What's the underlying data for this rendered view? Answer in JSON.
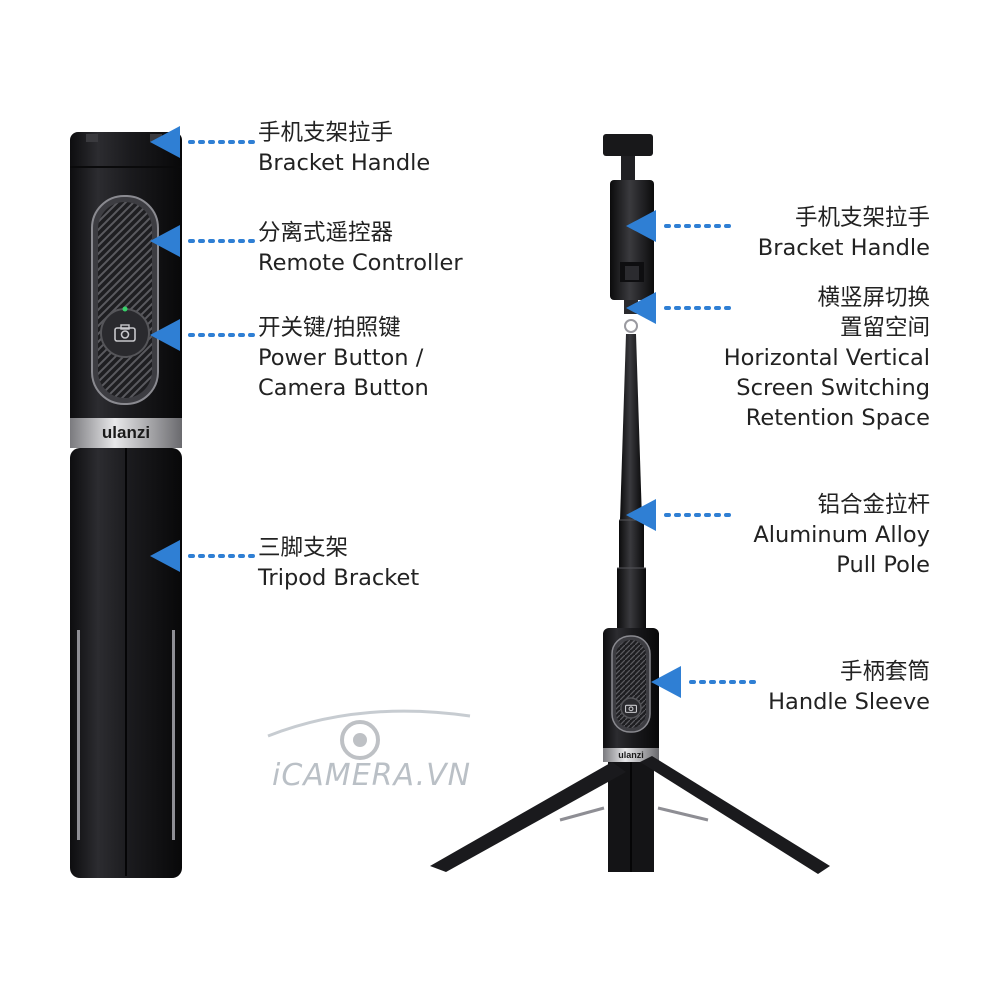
{
  "colors": {
    "accent": "#2f7fd4",
    "text": "#222222",
    "product": "#1c1c1e"
  },
  "product": {
    "brand_logo": "ulanzi"
  },
  "watermark": {
    "text": "iCAMERA.VN"
  },
  "left_callouts": [
    {
      "zh": "手机支架拉手",
      "en": [
        "Bracket Handle"
      ]
    },
    {
      "zh": "分离式遥控器",
      "en": [
        "Remote Controller"
      ]
    },
    {
      "zh": "开关键/拍照键",
      "en": [
        "Power Button /",
        "Camera Button"
      ]
    },
    {
      "zh": "三脚支架",
      "en": [
        "Tripod Bracket"
      ]
    }
  ],
  "right_callouts": [
    {
      "zh": [
        "手机支架拉手"
      ],
      "en": [
        "Bracket Handle"
      ]
    },
    {
      "zh": [
        "横竖屏切换",
        "置留空间"
      ],
      "en": [
        "Horizontal Vertical",
        "Screen Switching",
        "Retention Space"
      ]
    },
    {
      "zh": [
        "铝合金拉杆"
      ],
      "en": [
        "Aluminum Alloy",
        "Pull Pole"
      ]
    },
    {
      "zh": [
        "手柄套筒"
      ],
      "en": [
        "Handle Sleeve"
      ]
    }
  ],
  "icons": {
    "pointer": "triangle-arrow-icon",
    "camera": "camera-icon"
  }
}
